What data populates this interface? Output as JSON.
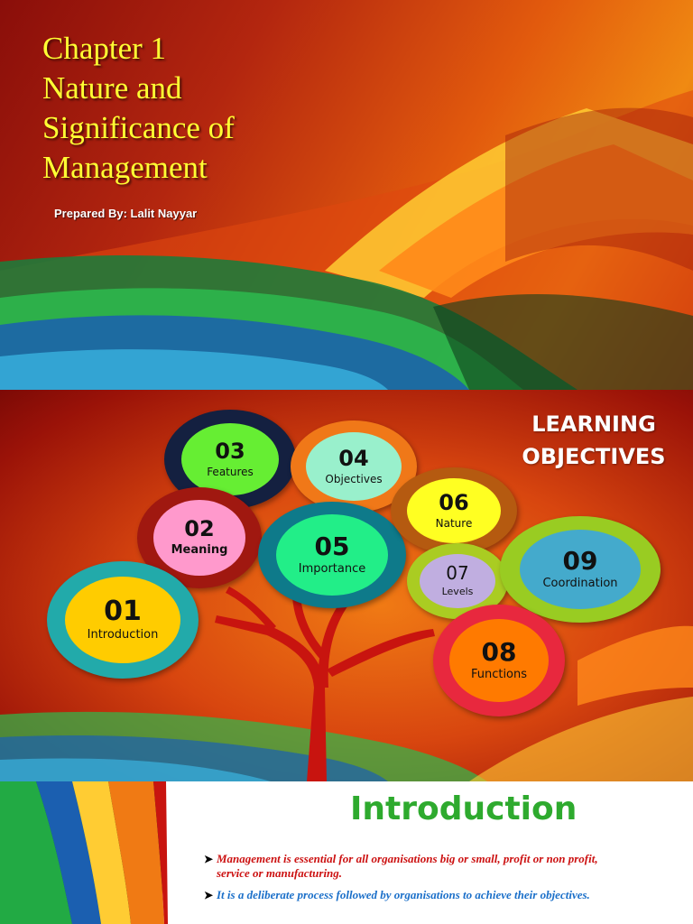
{
  "slide1": {
    "title_lines": [
      "Chapter 1",
      "Nature and",
      "Significance of",
      "Management"
    ],
    "prepared_by": "Prepared By: Lalit Nayyar"
  },
  "slide2": {
    "title_lines": [
      "LEARNING",
      "OBJECTIVES"
    ],
    "objectives": [
      {
        "num": "01",
        "label": "Introduction"
      },
      {
        "num": "02",
        "label": "Meaning"
      },
      {
        "num": "03",
        "label": "Features"
      },
      {
        "num": "04",
        "label": "Objectives"
      },
      {
        "num": "05",
        "label": "Importance"
      },
      {
        "num": "06",
        "label": "Nature"
      },
      {
        "num": "07",
        "label": "Levels"
      },
      {
        "num": "08",
        "label": "Functions"
      },
      {
        "num": "09",
        "label": "Coordination"
      }
    ]
  },
  "slide3": {
    "title": "Introduction",
    "bullets": [
      "Management is essential for all organisations big or small, profit or non profit, service or manufacturing.",
      "It is a deliberate process followed by organisations to achieve their objectives."
    ]
  },
  "colors": {
    "title_yellow": "#ffff33",
    "intro_green": "#2eaa2e",
    "bullet_red": "#cc1111",
    "bullet_blue": "#1a6fc9"
  }
}
